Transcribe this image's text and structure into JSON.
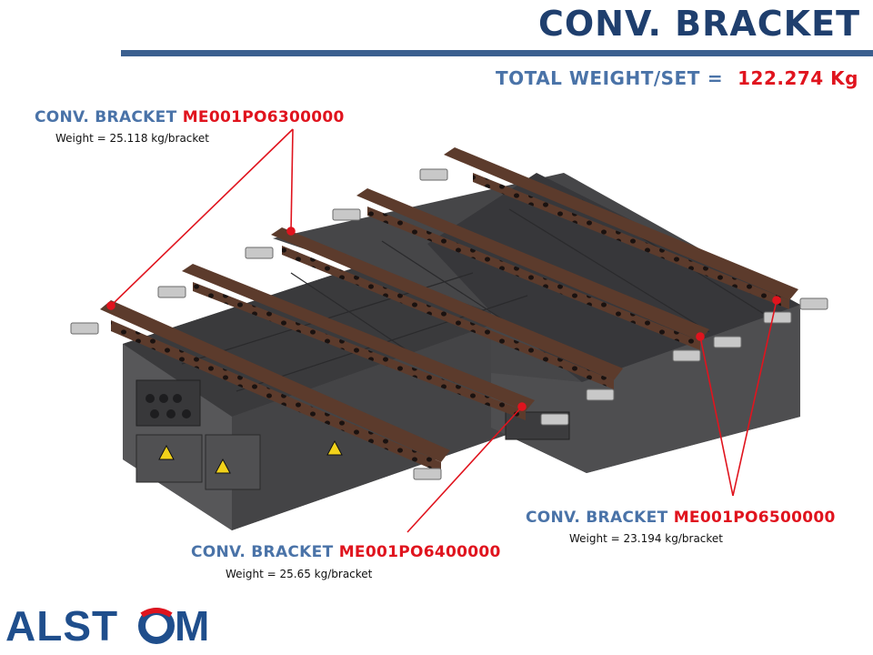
{
  "slide": {
    "title": "CONV. BRACKET",
    "total": {
      "label": "TOTAL WEIGHT/SET",
      "equals": "=",
      "value": "122.274 Kg"
    }
  },
  "brackets": [
    {
      "prefix": "CONV. BRACKET",
      "code": "ME001PO6300000",
      "weight": "Weight  = 25.118 kg/bracket"
    },
    {
      "prefix": "CONV. BRACKET",
      "code": "ME001PO6400000",
      "weight": "Weight  = 25.65 kg/bracket"
    },
    {
      "prefix": "CONV. BRACKET",
      "code": "ME001PO6500000",
      "weight": "Weight  = 23.194 kg/bracket"
    }
  ],
  "logo": {
    "text": "ALSTOM",
    "color": "#1f4e8c",
    "accent": "#e0141e"
  },
  "colors": {
    "title": "#1f3f6e",
    "label": "#4a73a8",
    "code": "#e0141e",
    "callout": "#e0141e"
  }
}
